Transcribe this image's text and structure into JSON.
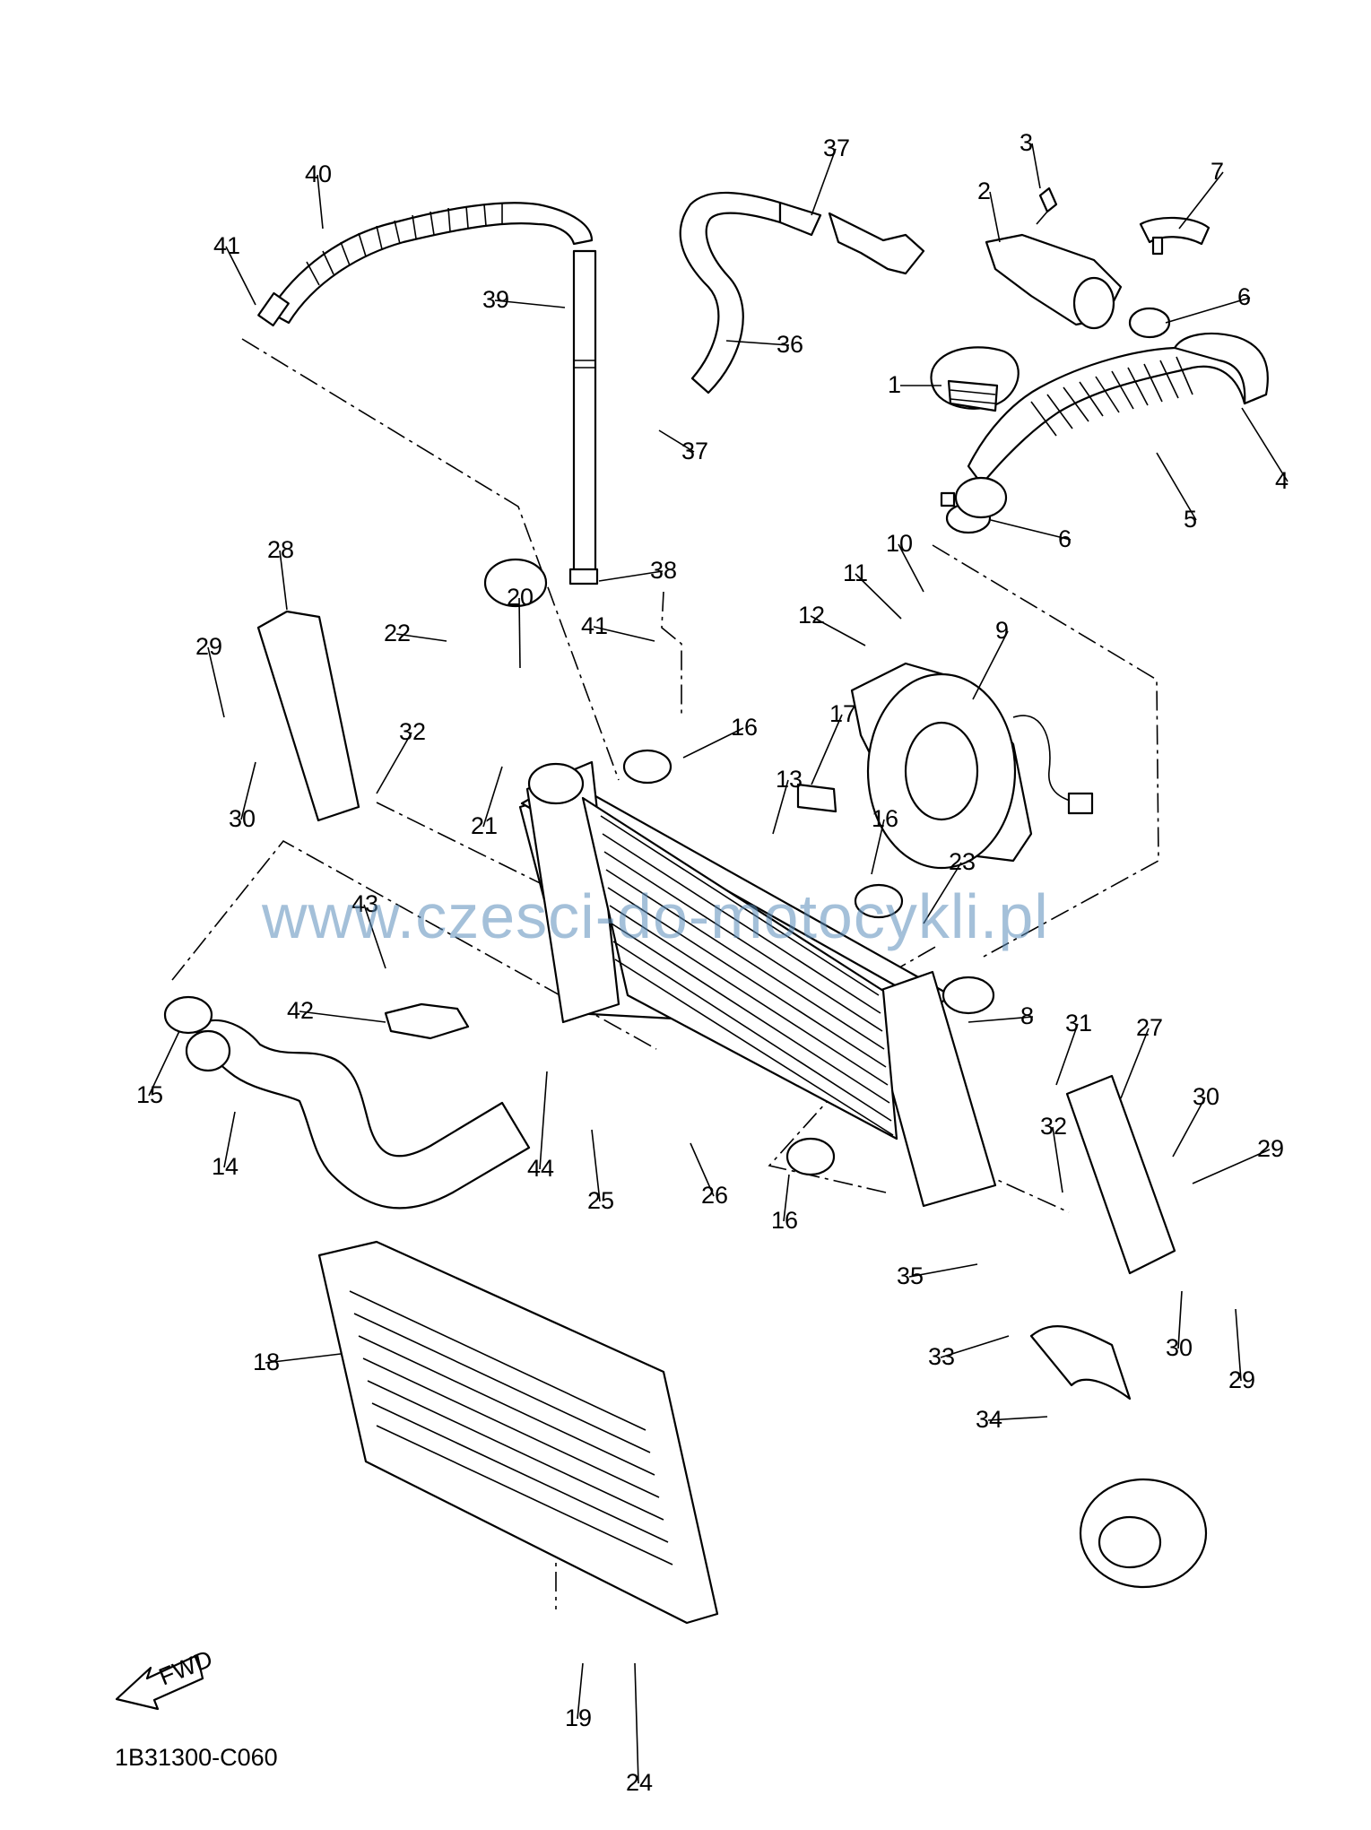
{
  "watermark": "www.czesci-do-motocykli.pl",
  "diagram_code": "1B31300-C060",
  "fwd_label": "FWD",
  "callouts": [
    "1",
    "2",
    "3",
    "4",
    "5",
    "6",
    "6",
    "7",
    "8",
    "9",
    "10",
    "11",
    "12",
    "13",
    "14",
    "15",
    "16",
    "16",
    "16",
    "17",
    "18",
    "19",
    "20",
    "21",
    "22",
    "23",
    "24",
    "25",
    "26",
    "27",
    "28",
    "29",
    "29",
    "29",
    "30",
    "30",
    "30",
    "31",
    "32",
    "32",
    "33",
    "34",
    "35",
    "36",
    "37",
    "37",
    "38",
    "39",
    "40",
    "41",
    "41",
    "42",
    "43",
    "44"
  ]
}
